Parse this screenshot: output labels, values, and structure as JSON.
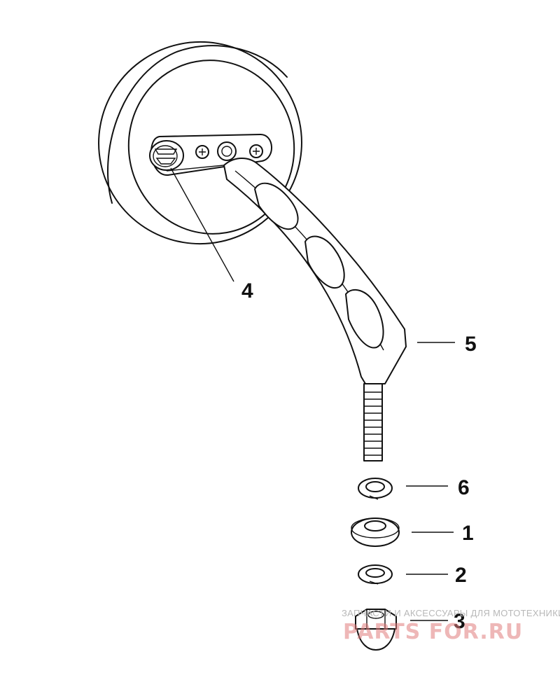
{
  "parts": [
    {
      "id": "part-1",
      "number": "1"
    },
    {
      "id": "part-2",
      "number": "2"
    },
    {
      "id": "part-3",
      "number": "3"
    },
    {
      "id": "part-4",
      "number": "4"
    },
    {
      "id": "part-5",
      "number": "5"
    },
    {
      "id": "part-6",
      "number": "6"
    }
  ],
  "watermark": {
    "tagline": "ЗАПЧАСТИ И АКСЕССУАРЫ ДЛЯ МОТОТЕХНИКИ",
    "brand": "PARTS FOR.RU",
    "color": "#e07b7b"
  }
}
